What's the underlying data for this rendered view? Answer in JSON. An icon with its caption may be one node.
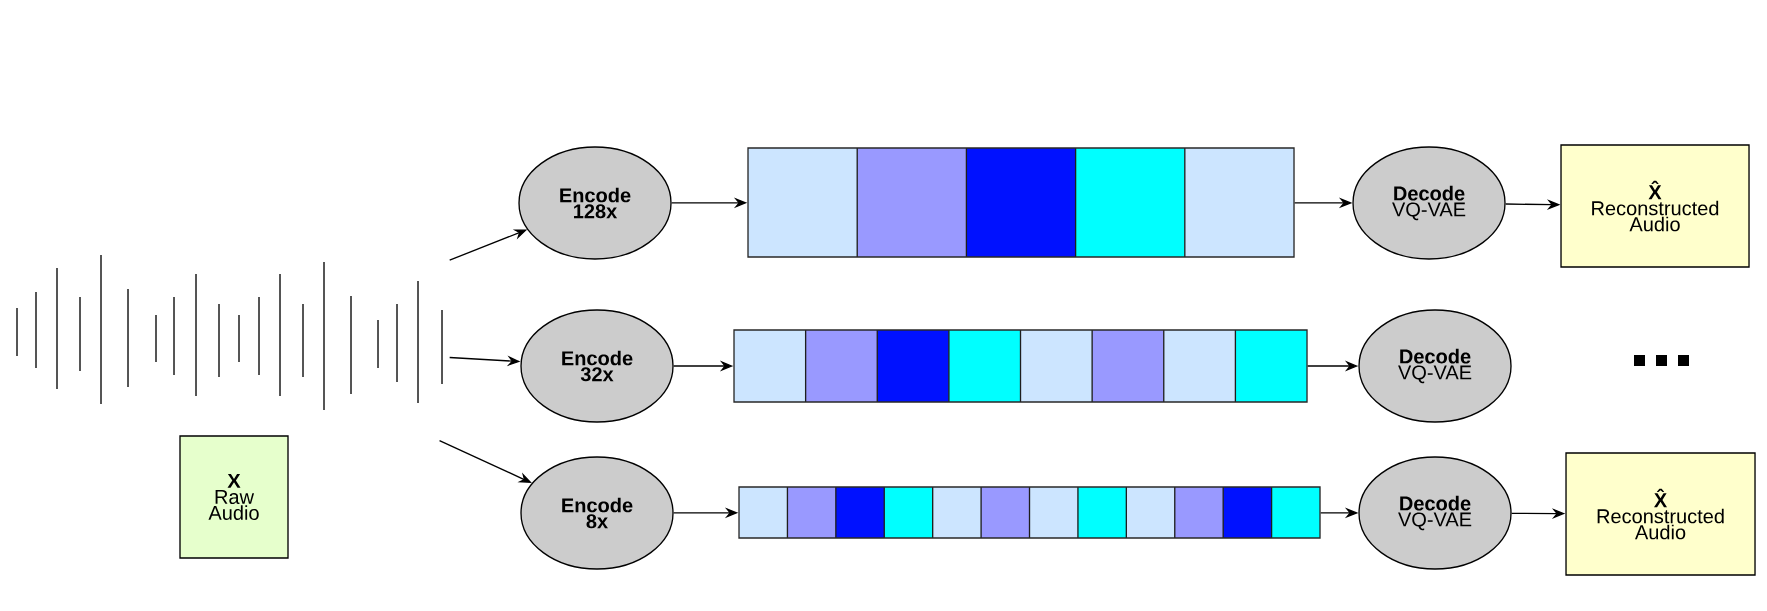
{
  "diagram": {
    "nodes": [
      {
        "text": [],
        "shape": "picture"
      },
      {
        "text": [
          "X",
          "Raw Audio"
        ]
      },
      {
        "text": [
          "Encode 128x"
        ]
      },
      {
        "text": [
          "Encode 32x"
        ]
      },
      {
        "text": [
          "Encode 8x"
        ]
      },
      {
        "text": [],
        "shape": "bar"
      },
      {
        "text": [],
        "shape": "bar"
      },
      {
        "text": [],
        "shape": "bar"
      },
      {
        "text": [
          "Decode",
          "VQ-VAE"
        ]
      },
      {
        "text": [
          "Decode",
          "VQ-VAE"
        ]
      },
      {
        "text": [
          "Decode",
          "VQ-VAE"
        ]
      },
      {
        "text": [
          "X̂",
          "Reconstructed Audio"
        ]
      },
      {
        "text": [
          "X̂",
          "Reconstructed Audio"
        ]
      }
    ],
    "edges": [
      {
        "from": 0,
        "to": 2,
        "arrow": "to"
      },
      {
        "from": 0,
        "to": 3,
        "arrow": "to"
      },
      {
        "from": 0,
        "to": 4,
        "arrow": "to"
      },
      {
        "from": 2,
        "to": 5,
        "arrow": "to"
      },
      {
        "from": 3,
        "to": 6,
        "arrow": "to"
      },
      {
        "from": 4,
        "to": 7,
        "arrow": "to"
      },
      {
        "from": 5,
        "to": 8,
        "arrow": "to"
      },
      {
        "from": 6,
        "to": 9,
        "arrow": "to"
      },
      {
        "from": 7,
        "to": 10,
        "arrow": "to"
      },
      {
        "from": 8,
        "to": 11,
        "arrow": "to"
      },
      {
        "from": 10,
        "to": 12,
        "arrow": "to"
      }
    ]
  }
}
